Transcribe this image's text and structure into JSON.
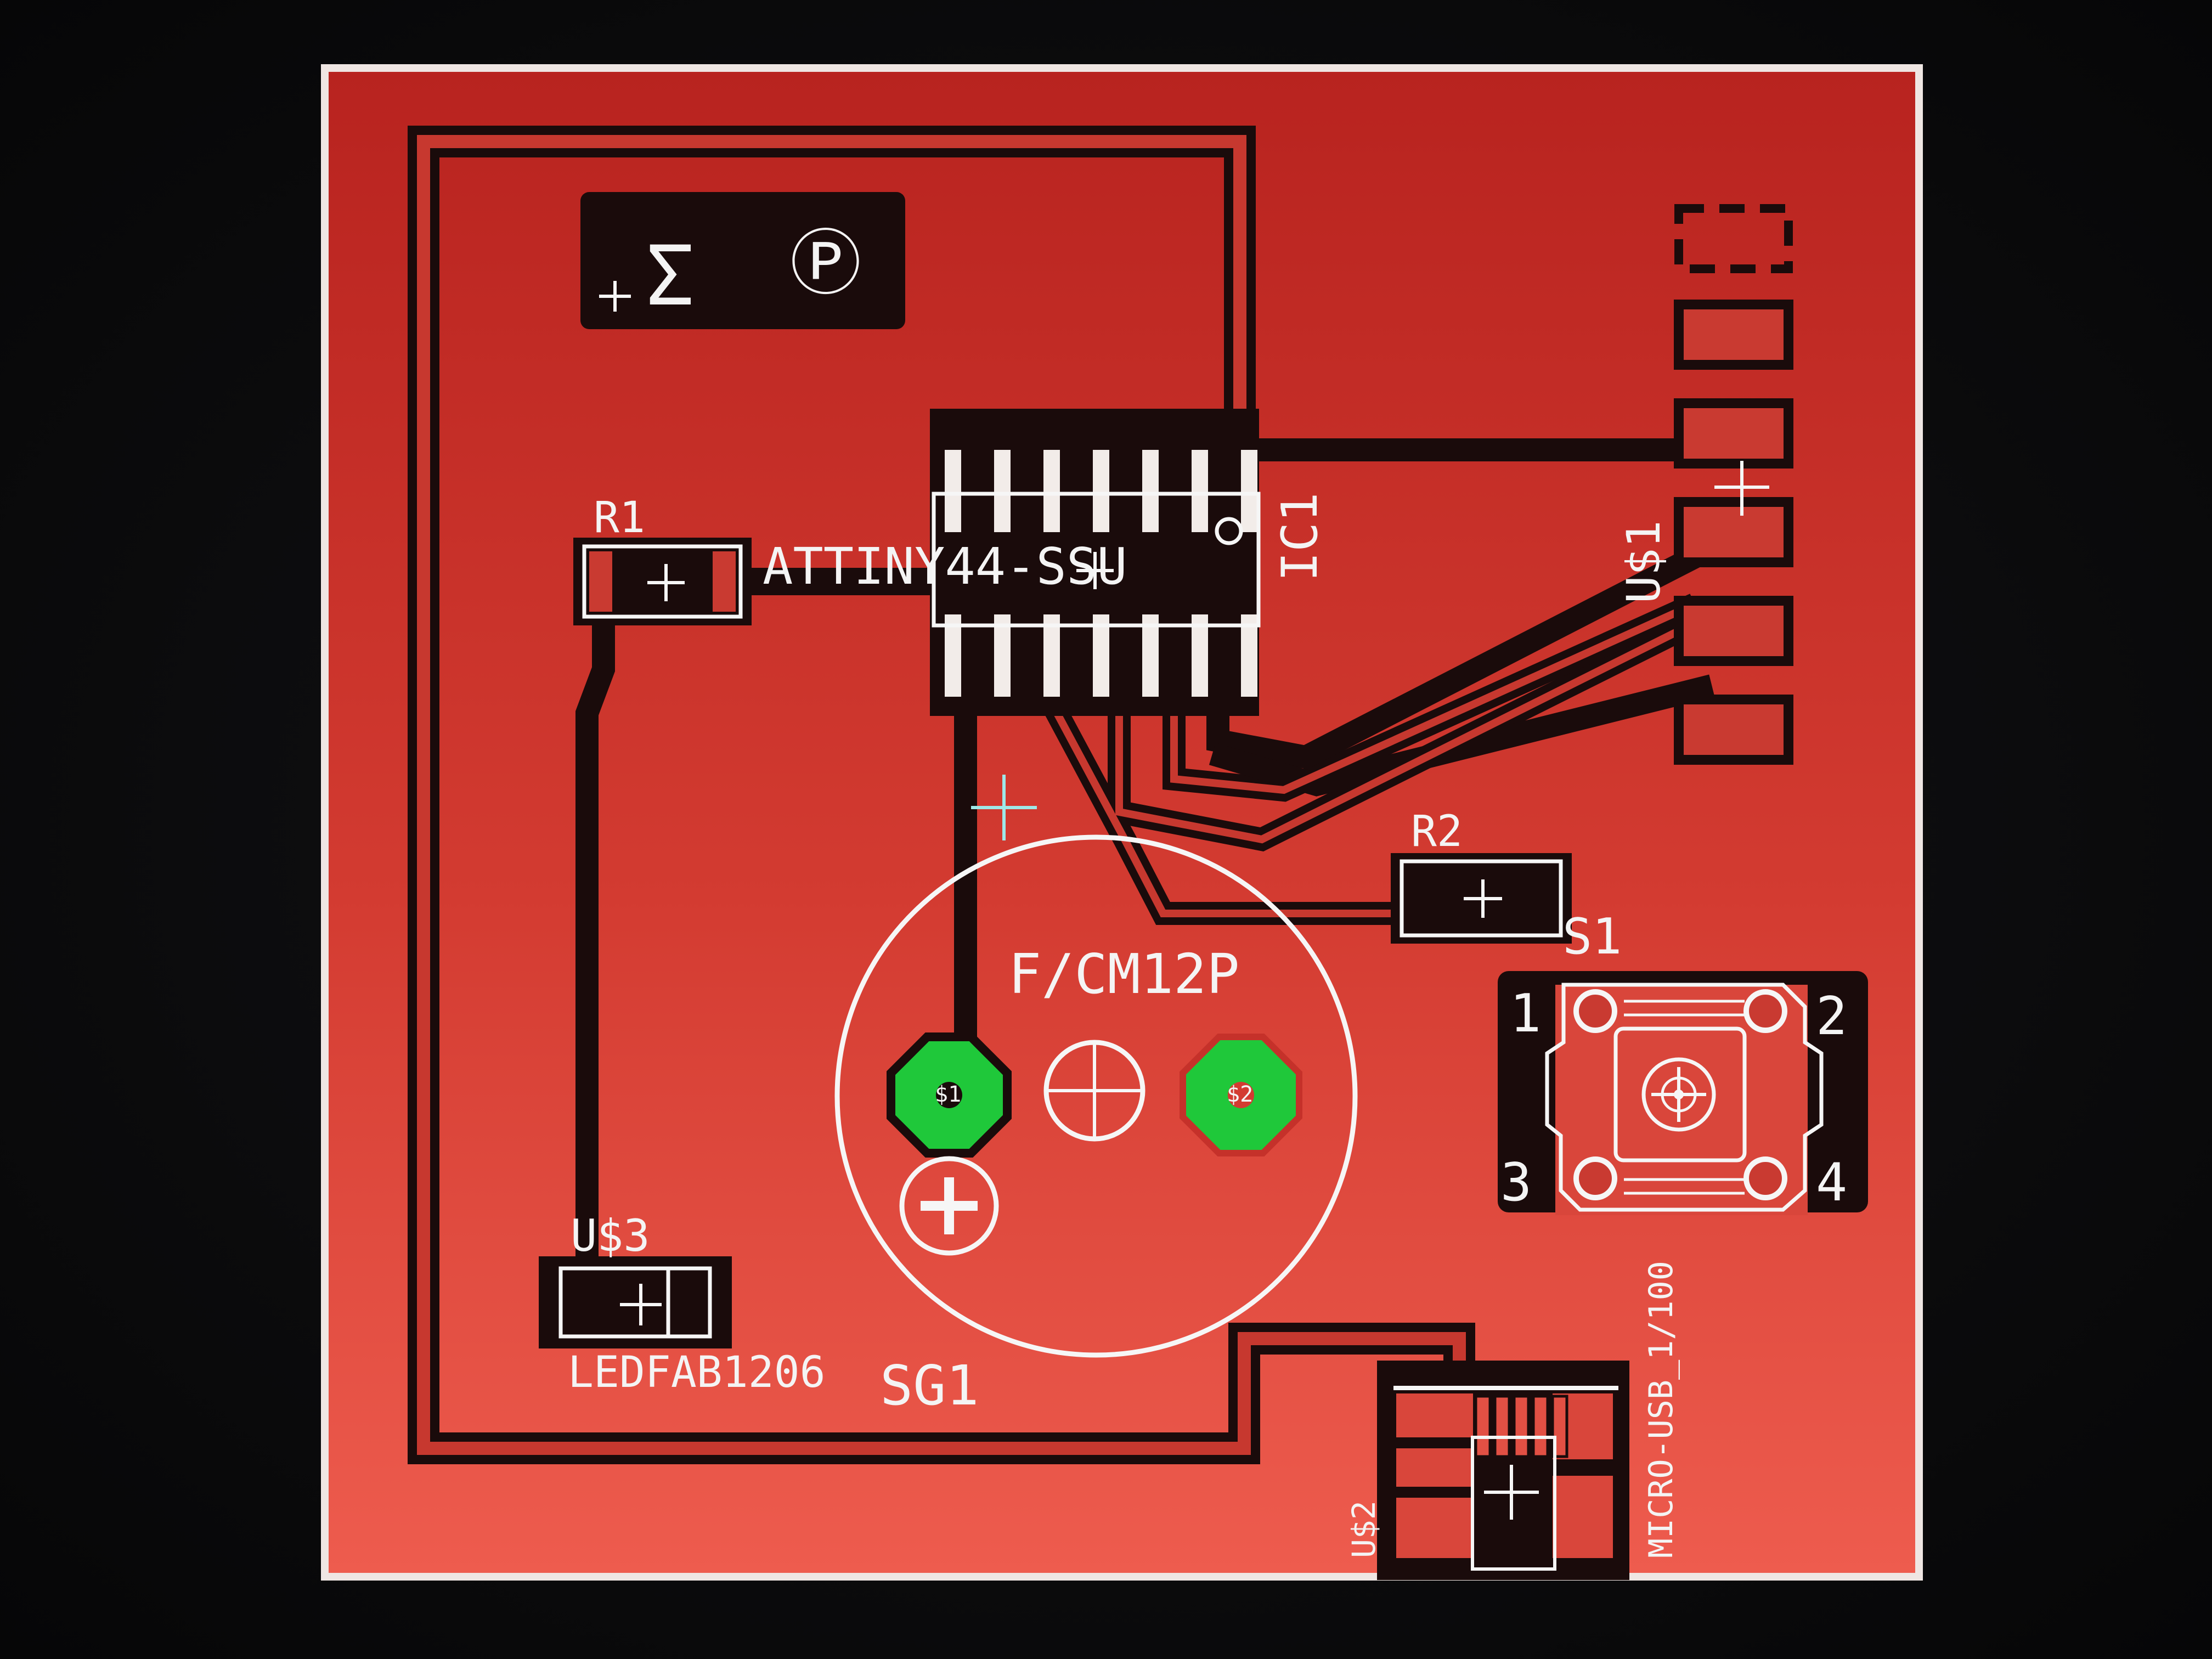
{
  "colors": {
    "board_top": "#b82420",
    "board_bottom": "#ec5a4c",
    "trace": "#1a0b0b",
    "silkscreen": "#f6f6f6",
    "via_green": "#1fc83a",
    "origin_cross": "#9ee8e8"
  },
  "board": {
    "logo_symbols": [
      "Σ",
      "Ⓟ"
    ]
  },
  "components": {
    "r1": {
      "name": "R1"
    },
    "r2": {
      "name": "R2"
    },
    "ic1": {
      "name": "IC1",
      "value": "ATTINY44-SSU"
    },
    "us1": {
      "name": "U$1"
    },
    "us2": {
      "name": "U$2",
      "value": "MICRO-USB_1/100"
    },
    "us3": {
      "name": "U$3",
      "value": "LEDFAB1206"
    },
    "sg1": {
      "name": "SG1",
      "value": "F/CM12P",
      "pad1": "$1",
      "pad2": "$2"
    },
    "s1": {
      "name": "S1",
      "pins": [
        "1",
        "2",
        "3",
        "4"
      ]
    }
  }
}
